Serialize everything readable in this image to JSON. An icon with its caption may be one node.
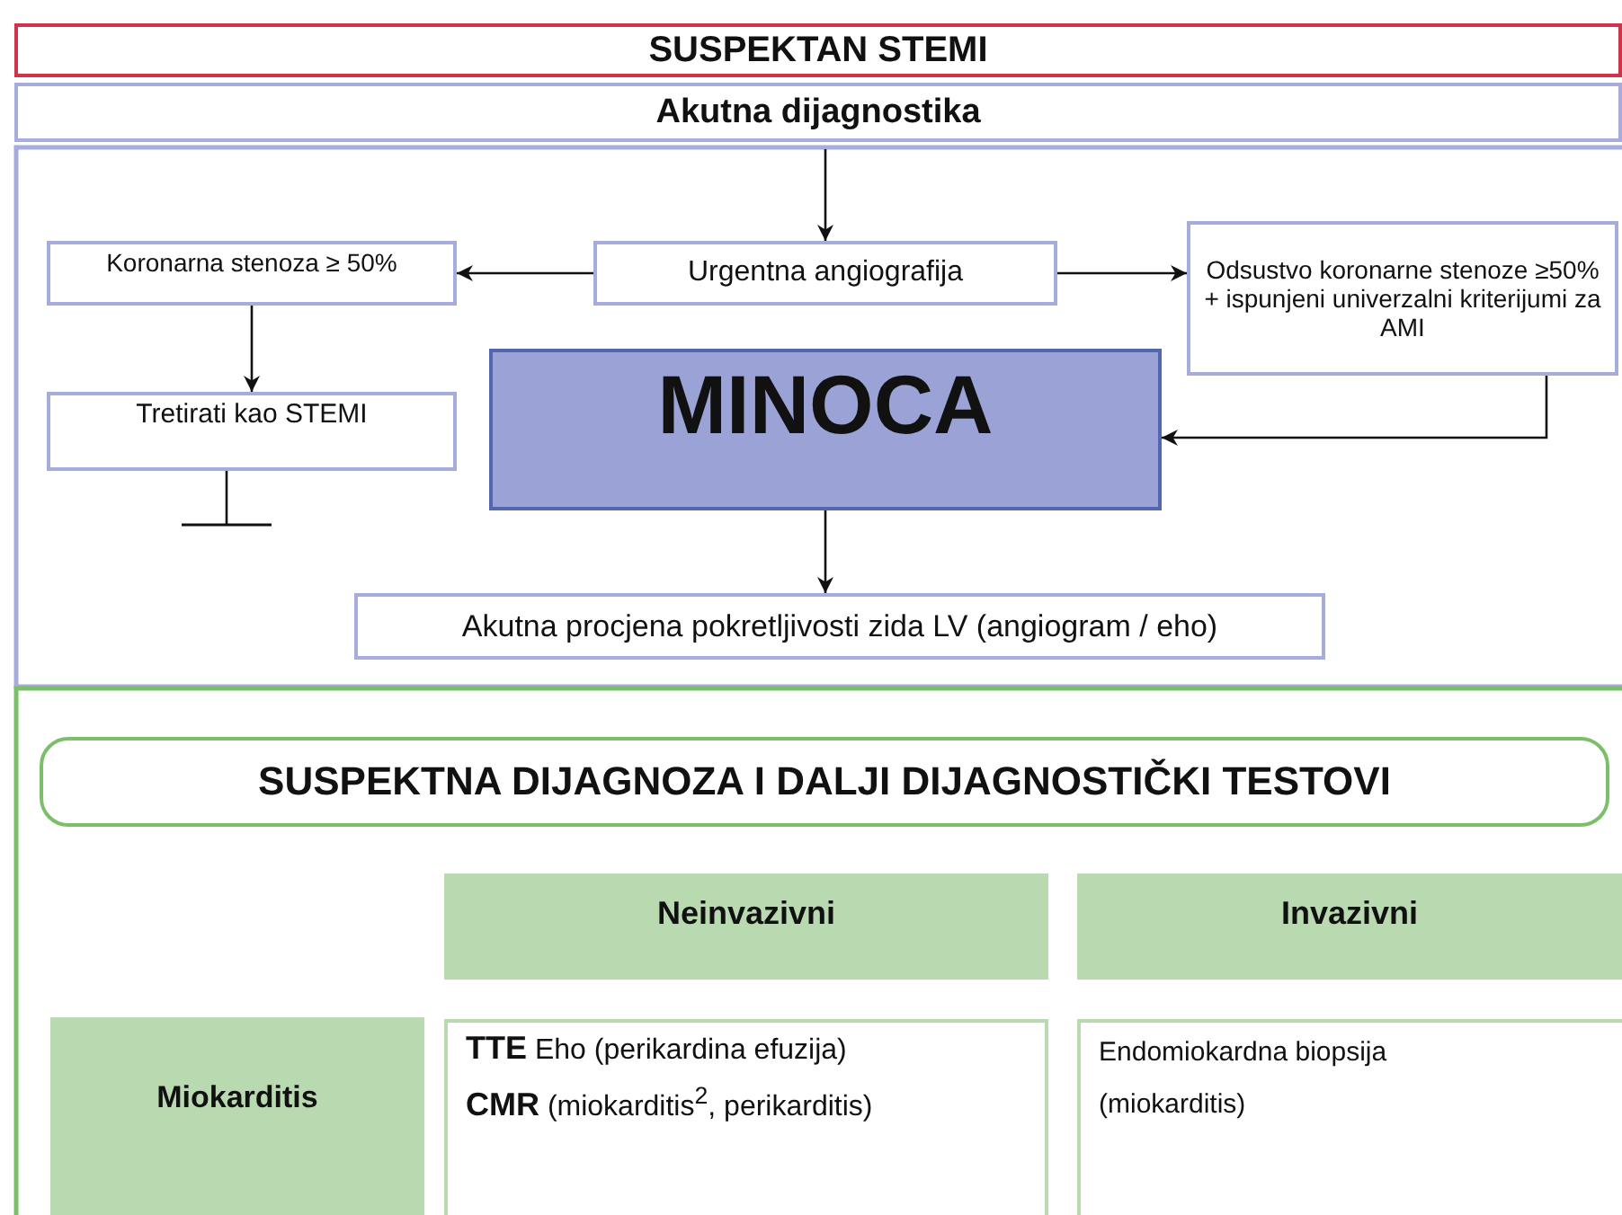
{
  "diagram": {
    "nodes": [
      {
        "text": [
          "SUSPEKTAN STEMI"
        ]
      },
      {
        "text": [
          "Akutna dijagnostika"
        ]
      },
      {
        "text": [
          "Urgentna angiografija"
        ]
      },
      {
        "text": [
          "Koronarna stenoza ≥ 50%"
        ]
      },
      {
        "text": [
          "Odsustvo koronarne stenoze ≥50% + ispunjeni univerzalni kriterijumi za AMI"
        ]
      },
      {
        "text": [
          "Tretirati kao STEMI"
        ]
      },
      {
        "text": [
          "MINOCA"
        ]
      },
      {
        "text": [
          "Akutna procjena pokretljivosti zida LV (angiogram / eho)"
        ]
      },
      {
        "text": [
          "SUSPEKTNA DIJAGNOZA I DALJI DIJAGNOSTIČKI TESTOVI"
        ]
      }
    ],
    "edges": [
      {
        "from": 1,
        "to": 2,
        "arrow": "to"
      },
      {
        "from": 2,
        "to": 3,
        "arrow": "to"
      },
      {
        "from": 2,
        "to": 4,
        "arrow": "to"
      },
      {
        "from": 3,
        "to": 5,
        "arrow": "to"
      },
      {
        "from": 4,
        "to": 6,
        "arrow": "to"
      },
      {
        "from": 6,
        "to": 7,
        "arrow": "to"
      },
      {
        "from": 5,
        "to": null,
        "arrow": "other"
      }
    ],
    "labels": [
      "Neinvazivni",
      "Invazivni",
      "Miokarditis",
      "**TTE** Eho (perikardina efuzija)",
      "**CMR** (miokarditis$^{2}$, perikarditis)",
      "Endomiokardna biopsija (miokarditis)"
    ]
  }
}
